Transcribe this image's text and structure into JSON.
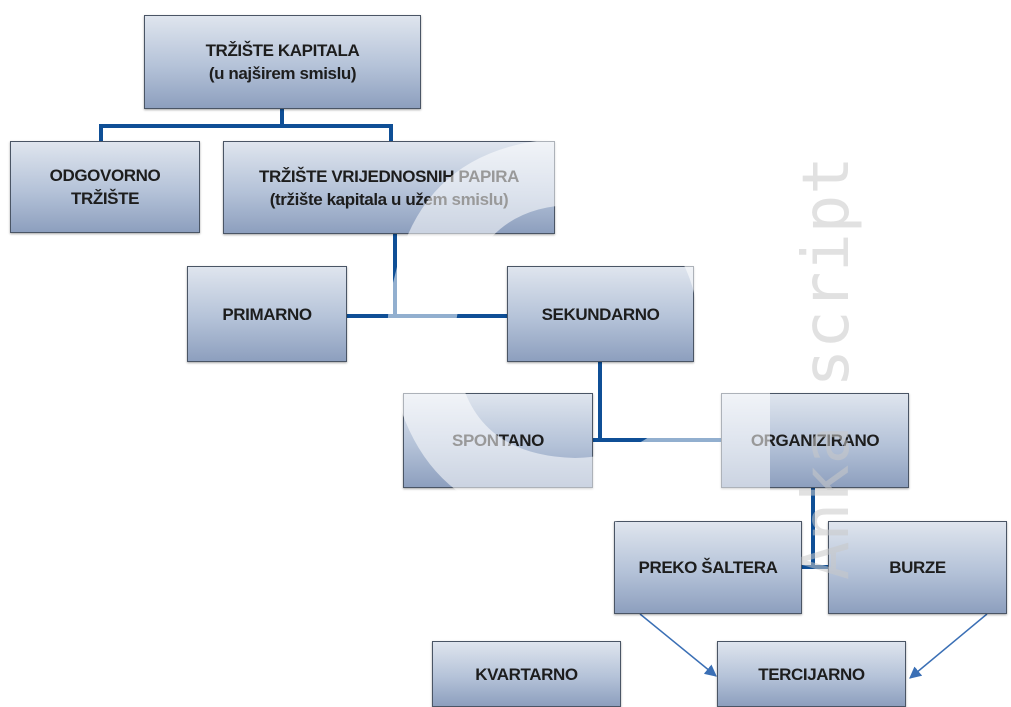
{
  "nodes": {
    "root": {
      "line1": "TRŽIŠTE KAPITALA",
      "line2": "(u najširem smislu)"
    },
    "odgovorno": {
      "line1": "ODGOVORNO",
      "line2": "TRŽIŠTE"
    },
    "vrijednosni": {
      "line1": "TRŽIŠTE VRIJEDNOSNIH PAPIRA",
      "line2": "(tržište kapitala u užem smislu)"
    },
    "primarno": {
      "label": "PRIMARNO"
    },
    "sekundarno": {
      "label": "SEKUNDARNO"
    },
    "spontano": {
      "label": "SPONTANO"
    },
    "organizirano": {
      "label": "ORGANIZIRANO"
    },
    "preko_saltera": {
      "label": "PREKO ŠALTERA"
    },
    "burze": {
      "label": "BURZE"
    },
    "kvartarno": {
      "label": "KVARTARNO"
    },
    "tercijarno": {
      "label": "TERCIJARNO"
    }
  },
  "watermark": {
    "text": "Anka script"
  },
  "colors": {
    "connector": "#0f4f96",
    "arrow": "#3a6fb5",
    "box_top": "#dfe5ee",
    "box_bottom": "#8d9fbe",
    "watermark": "#d0d0d0"
  }
}
